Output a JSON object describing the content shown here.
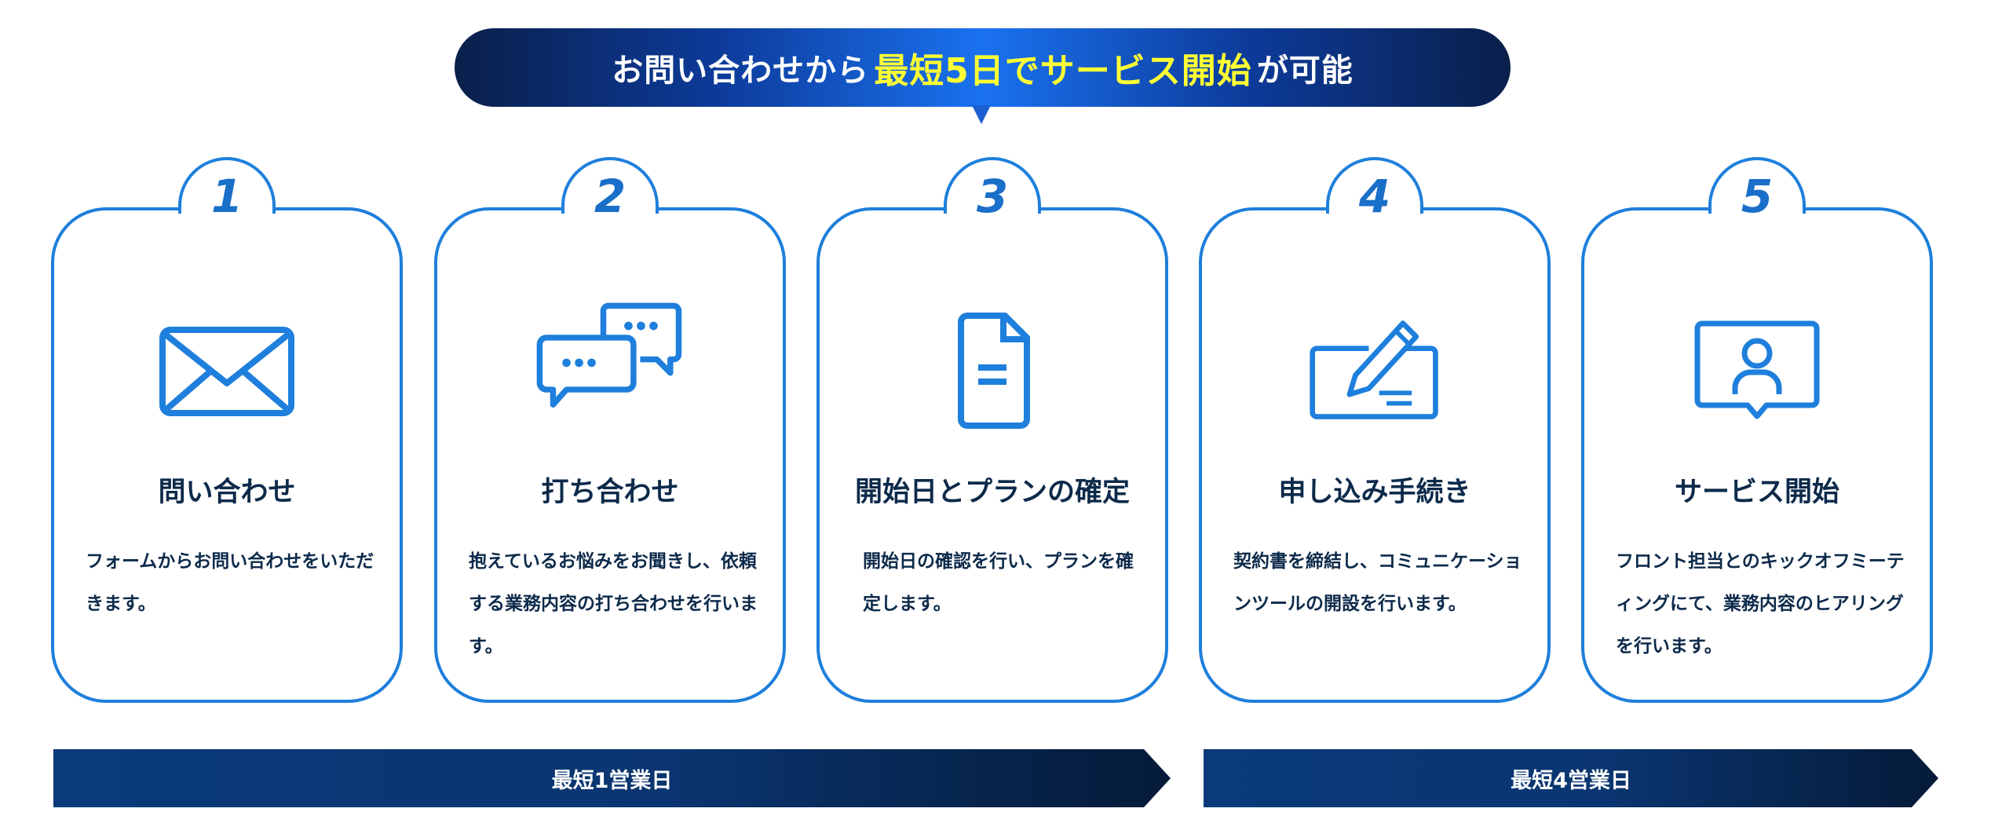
{
  "banner": {
    "prefix": "お問い合わせから",
    "highlight": "最短5日でサービス開始",
    "suffix": "が可能"
  },
  "steps": [
    {
      "number": "1",
      "icon": "envelope-icon",
      "title": "問い合わせ",
      "description": "フォームからお問い合わせをいただきます。"
    },
    {
      "number": "2",
      "icon": "chat-bubbles-icon",
      "title": "打ち合わせ",
      "description": "抱えているお悩みをお聞きし、依頼する業務内容の打ち合わせを行います。"
    },
    {
      "number": "3",
      "icon": "document-icon",
      "title": "開始日とプランの確定",
      "description": "開始日の確認を行い、プランを確定します。"
    },
    {
      "number": "4",
      "icon": "signing-pen-icon",
      "title": "申し込み手続き",
      "description": "契約書を締結し、コミュニケーションツールの開設を行います。"
    },
    {
      "number": "5",
      "icon": "video-meeting-icon",
      "title": "サービス開始",
      "description": "フロント担当とのキックオフミーティングにて、業務内容のヒアリングを行います。"
    }
  ],
  "timeline": [
    {
      "label": "最短1営業日"
    },
    {
      "label": "最短4営業日"
    }
  ],
  "colors": {
    "accent": "#1e7fdc",
    "navy": "#0d2a4a",
    "highlight": "#ffff33"
  }
}
